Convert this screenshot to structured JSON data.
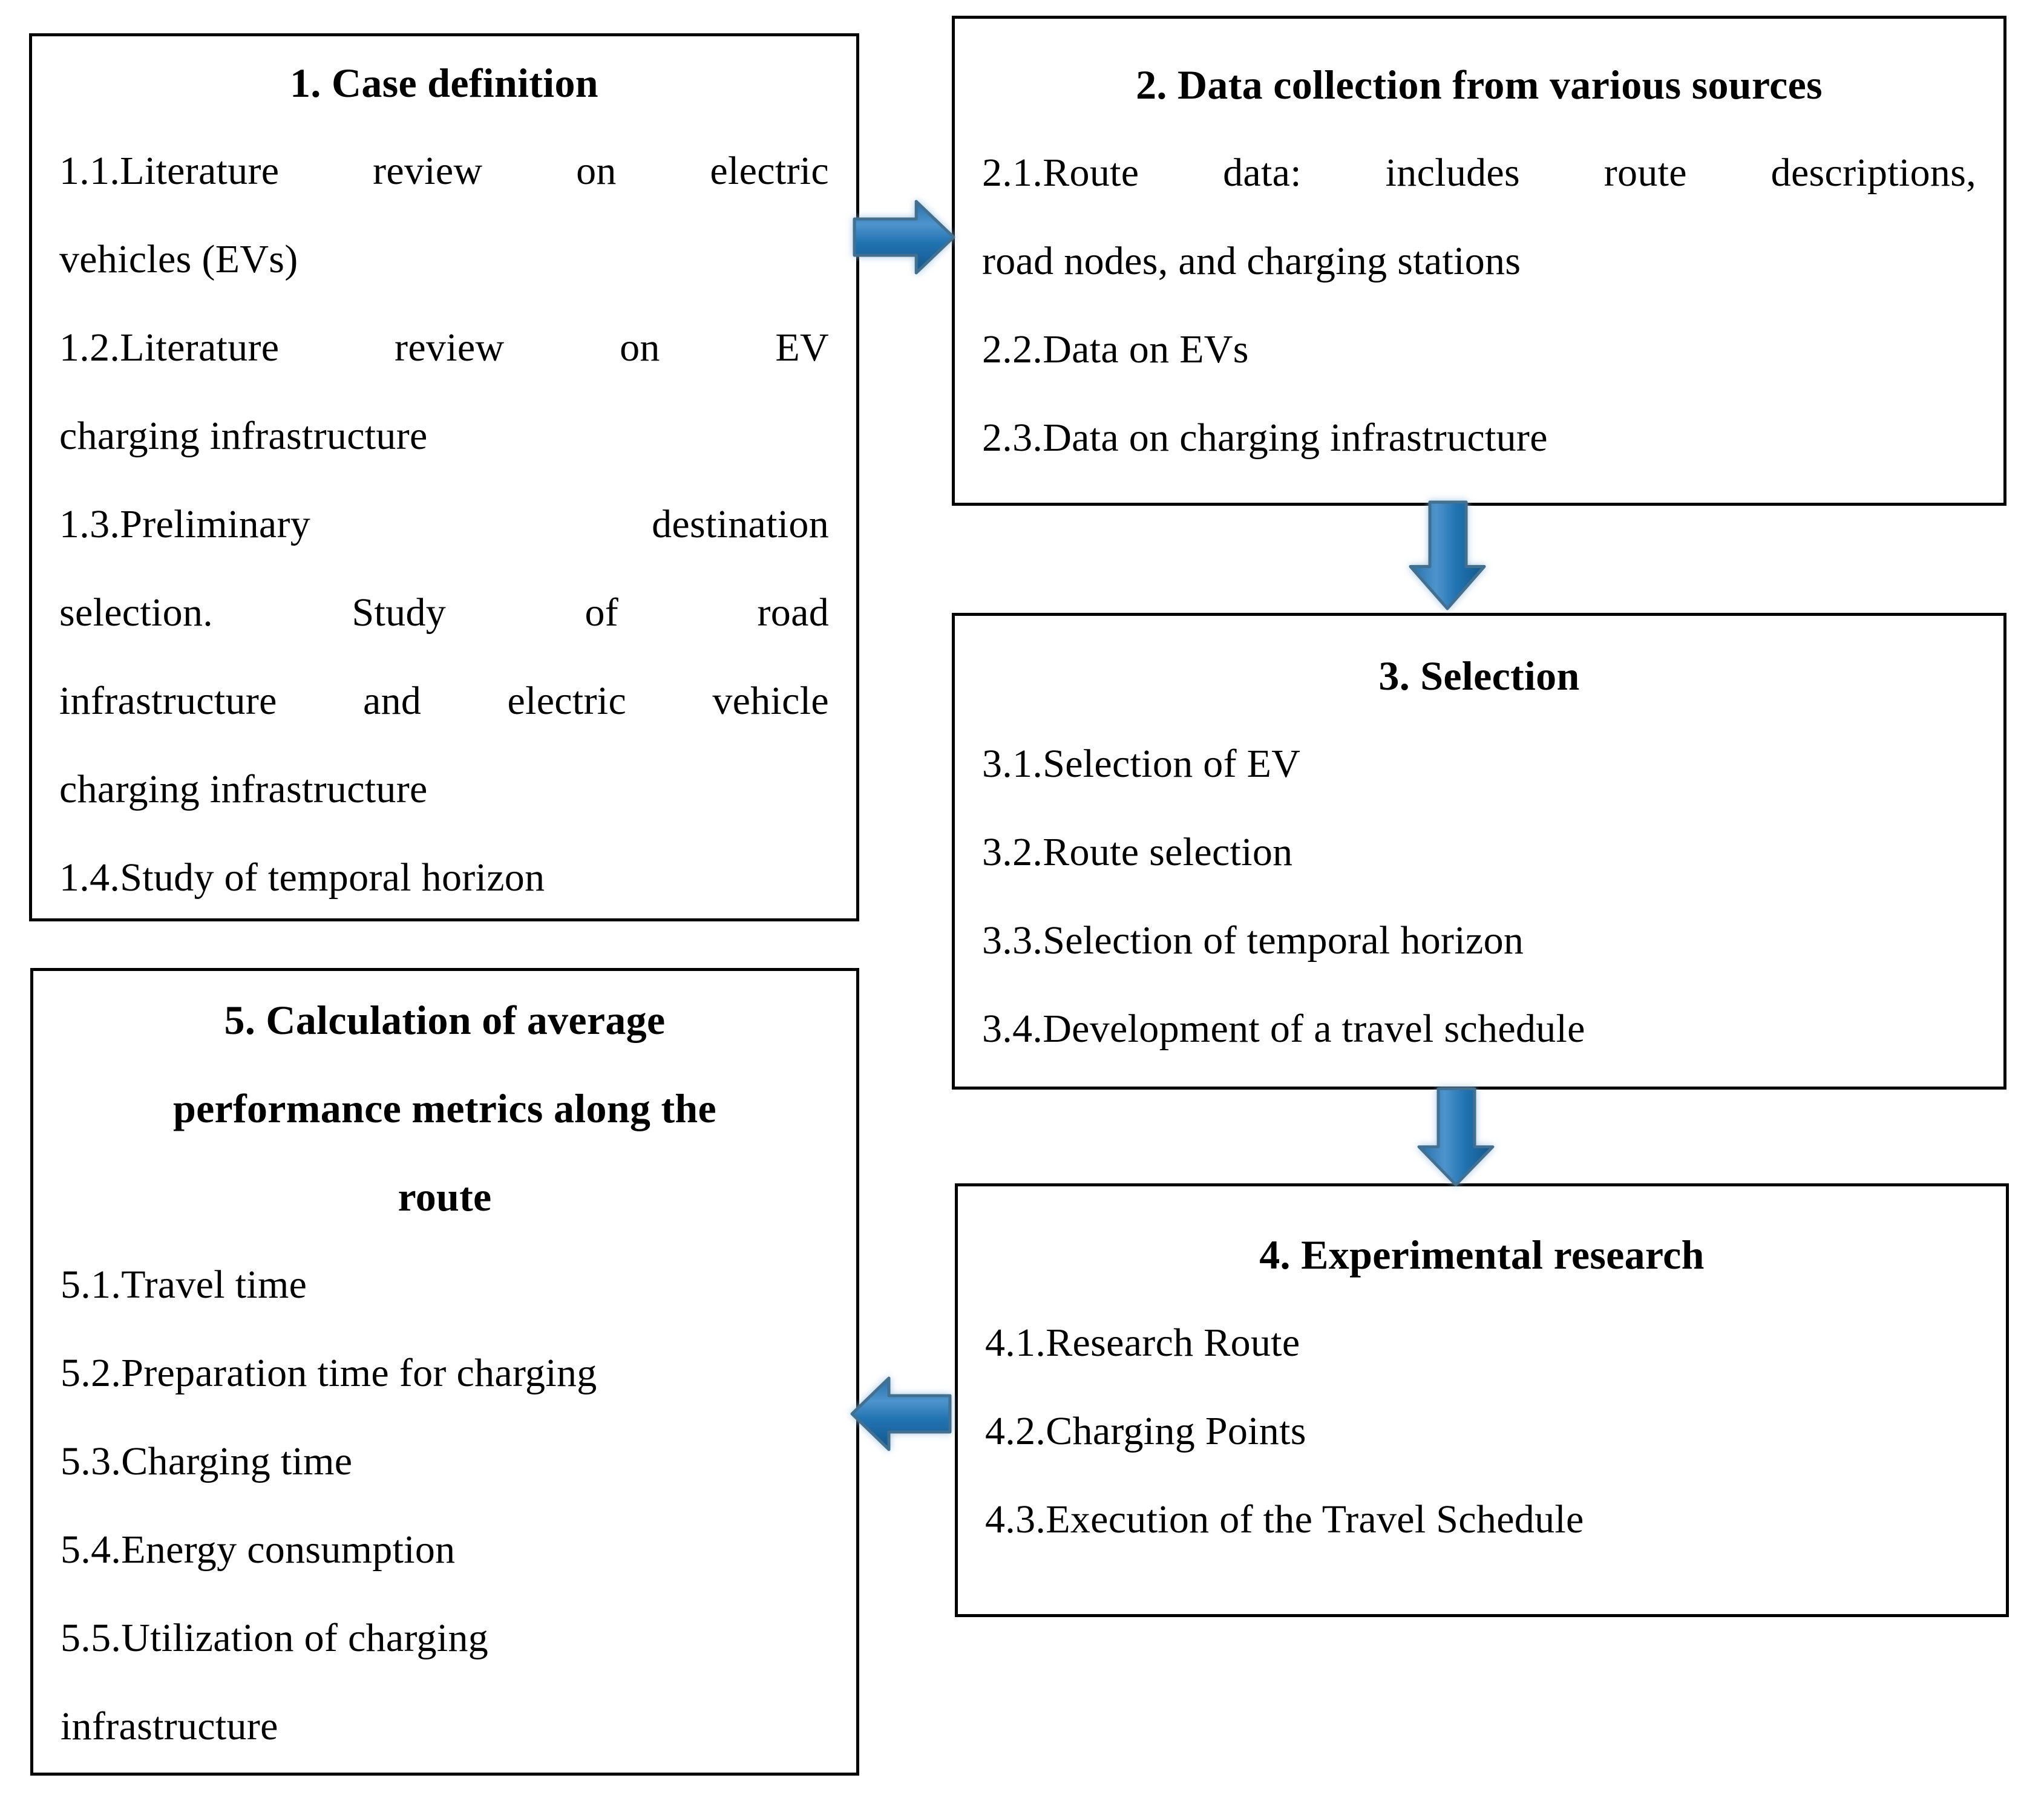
{
  "colors": {
    "background": "#ffffff",
    "box_border": "#000000",
    "text": "#000000",
    "arrow_fill_top": "#276FA9",
    "arrow_fill_light": "#4E94CC",
    "arrow_fill_mid": "#2173B2",
    "arrow_fill_dark": "#135689",
    "arrow_stroke": "#44708F"
  },
  "boxes": [
    {
      "title": "1. Case definition",
      "lines": [
        "1.1.Literature review on electric",
        "vehicles (EVs)",
        "1.2.Literature review on EV",
        "charging infrastructure",
        "1.3.Preliminary destination",
        "selection. Study of road",
        "infrastructure and electric vehicle",
        "charging infrastructure",
        "1.4.Study of temporal horizon"
      ]
    },
    {
      "title": "2. Data collection from various sources",
      "lines": [
        "2.1.Route data: includes route descriptions,",
        "road nodes, and charging stations",
        "2.2.Data on EVs",
        "2.3.Data on charging infrastructure"
      ]
    },
    {
      "title": "3. Selection",
      "lines": [
        "3.1.Selection of EV",
        "3.2.Route selection",
        "3.3.Selection of temporal horizon",
        "3.4.Development of a travel schedule"
      ]
    },
    {
      "title": "4. Experimental research",
      "lines": [
        "4.1.Research Route",
        "4.2.Charging Points",
        "4.3.Execution of the Travel Schedule"
      ]
    },
    {
      "title_lines": [
        "5. Calculation of average",
        "performance metrics along the",
        "route"
      ],
      "lines": [
        "5.1.Travel time",
        "5.2.Preparation time for charging",
        "5.3.Charging time",
        "5.4.Energy consumption",
        "5.5.Utilization of charging",
        "infrastructure"
      ]
    }
  ],
  "arrows": [
    {
      "direction": "right"
    },
    {
      "direction": "down"
    },
    {
      "direction": "down"
    },
    {
      "direction": "left"
    }
  ]
}
